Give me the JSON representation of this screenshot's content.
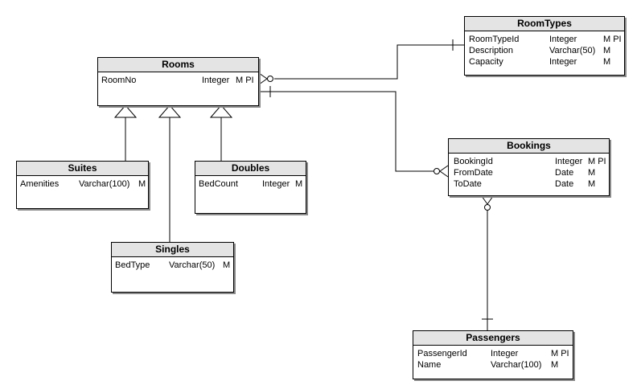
{
  "entities": {
    "room_types": {
      "name": "RoomTypes",
      "attributes": [
        {
          "name": "RoomTypeId",
          "type": "Integer",
          "flags": "M PI"
        },
        {
          "name": "Description",
          "type": "Varchar(50)",
          "flags": "M"
        },
        {
          "name": "Capacity",
          "type": "Integer",
          "flags": "M"
        }
      ]
    },
    "rooms": {
      "name": "Rooms",
      "attributes": [
        {
          "name": "RoomNo",
          "type": "Integer",
          "flags": "M PI"
        }
      ]
    },
    "suites": {
      "name": "Suites",
      "attributes": [
        {
          "name": "Amenities",
          "type": "Varchar(100)",
          "flags": "M"
        }
      ]
    },
    "doubles": {
      "name": "Doubles",
      "attributes": [
        {
          "name": "BedCount",
          "type": "Integer",
          "flags": "M"
        }
      ]
    },
    "singles": {
      "name": "Singles",
      "attributes": [
        {
          "name": "BedType",
          "type": "Varchar(50)",
          "flags": "M"
        }
      ]
    },
    "bookings": {
      "name": "Bookings",
      "attributes": [
        {
          "name": "BookingId",
          "type": "Integer",
          "flags": "M PI"
        },
        {
          "name": "FromDate",
          "type": "Date",
          "flags": "M"
        },
        {
          "name": "ToDate",
          "type": "Date",
          "flags": "M"
        }
      ]
    },
    "passengers": {
      "name": "Passengers",
      "attributes": [
        {
          "name": "PassengerId",
          "type": "Integer",
          "flags": "M PI"
        },
        {
          "name": "Name",
          "type": "Varchar(100)",
          "flags": "M"
        }
      ]
    }
  },
  "relationships": [
    {
      "from": "rooms",
      "from_end": "zero-or-many",
      "to": "room_types",
      "to_end": "exactly-one"
    },
    {
      "from": "rooms",
      "from_end": "exactly-one",
      "to": "bookings",
      "to_end": "zero-or-many"
    },
    {
      "from": "passengers",
      "from_end": "exactly-one",
      "to": "bookings",
      "to_end": "zero-or-many"
    }
  ],
  "subtypes": [
    {
      "supertype": "rooms",
      "subtype": "suites"
    },
    {
      "supertype": "rooms",
      "subtype": "singles"
    },
    {
      "supertype": "rooms",
      "subtype": "doubles"
    }
  ]
}
